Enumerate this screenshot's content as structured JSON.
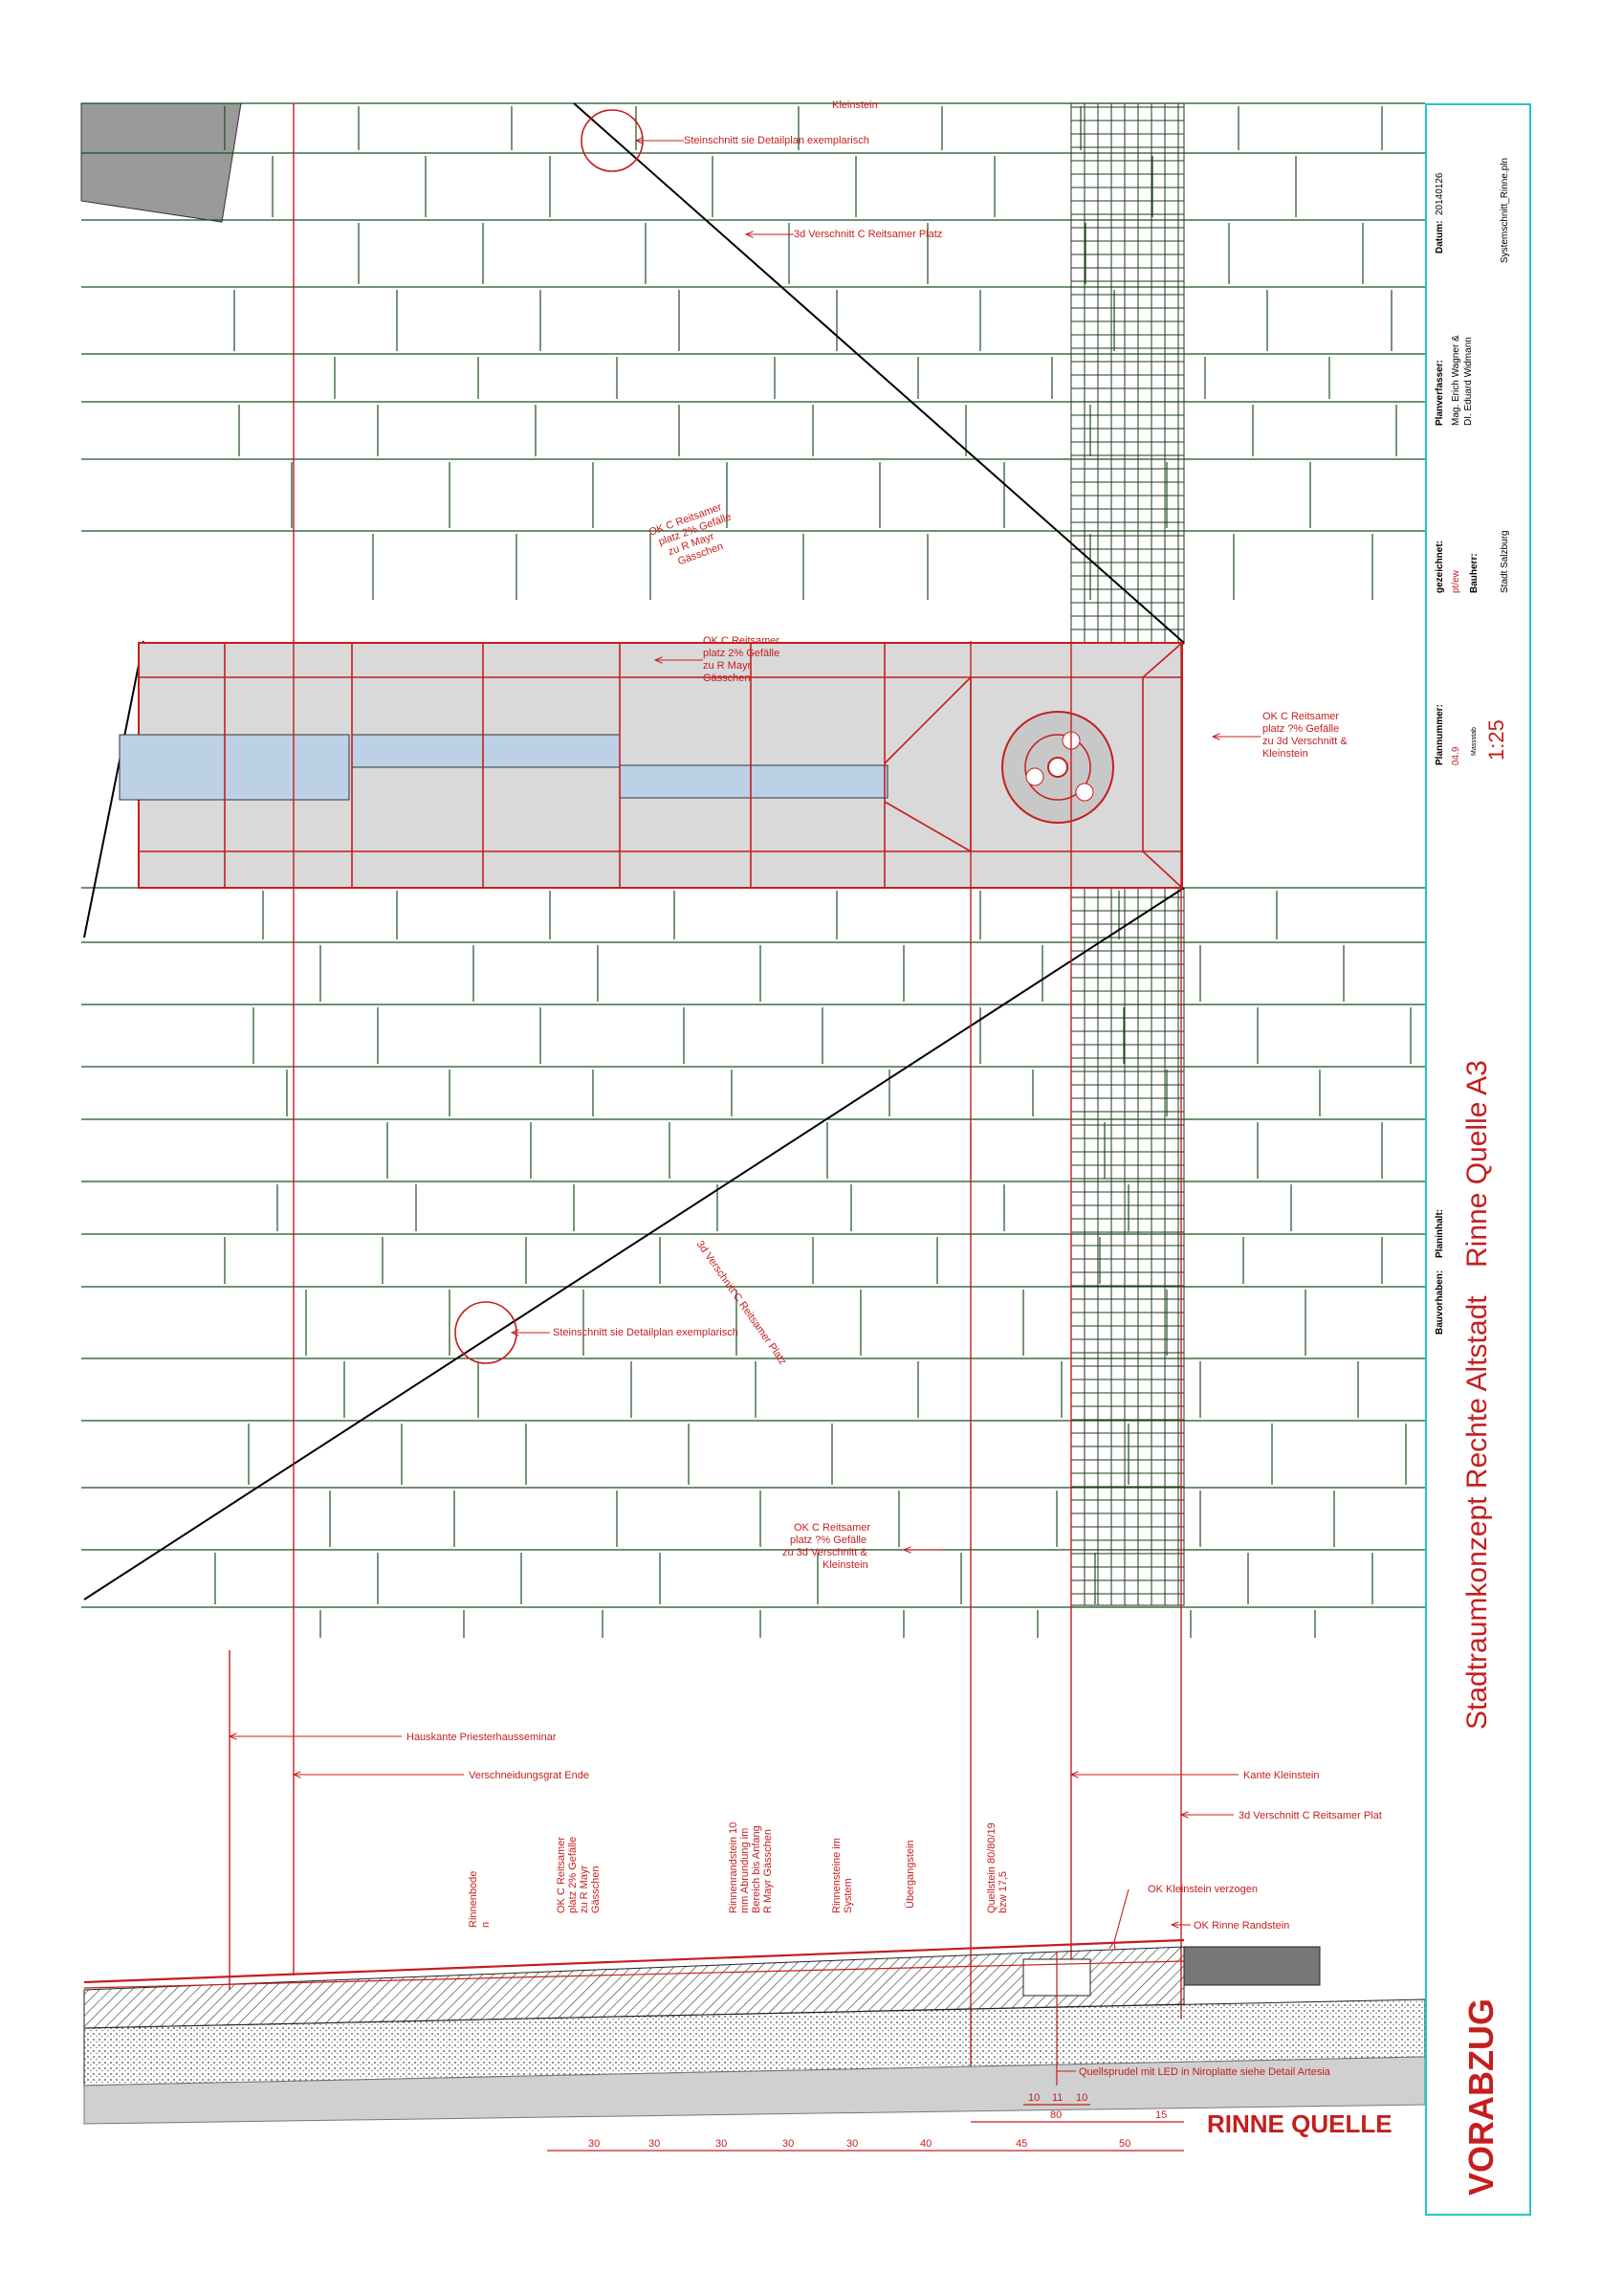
{
  "labels": {
    "kleinstein_top": "Kleinstein",
    "steinschnitt_top": "Steinschnitt sie Detailplan exemplarisch",
    "verschnitt_top": "3d Verschnitt C Reitsamer Platz",
    "ok_gefaelle_rot": "OK C Reitsamer platz 2% Gefälle zu R Mayr Gässchen",
    "ok_gefaelle_rinne_1": "OK C Reitsamer",
    "ok_gefaelle_rinne_2": "platz 2% Gefälle",
    "ok_gefaelle_rinne_3": "zu R Mayr",
    "ok_gefaelle_rinne_4": "Gässchen",
    "ok_right_1": "OK C Reitsamer",
    "ok_right_2": "platz ?% Gefälle",
    "ok_right_3": "zu 3d Verschnitt &",
    "ok_right_4": "Kleinstein",
    "steinschnitt_mid": "Steinschnitt sie Detailplan exemplarisch",
    "verschnitt_diag": "3d Verschnitt C Reitsamer Platz",
    "ok_low_1": "OK C Reitsamer",
    "ok_low_2": "platz ?% Gefälle",
    "ok_low_3": "zu 3d Verschnitt &",
    "ok_low_4": "Kleinstein",
    "hauskante": "Hauskante Priesterhausseminar",
    "verschneidungsgrat": "Verschneidungsgrat Ende",
    "kante_kleinstein": "Kante Kleinstein",
    "verschnitt_plat": "3d Verschnitt C Reitsamer Plat",
    "ok_kleinstein_verzogen": "OK Kleinstein verzogen",
    "ok_rinne_randstein": "OK Rinne Randstein",
    "quellsprudel": "Quellsprudel mit LED in Niroplatte siehe Detail Artesia",
    "rinnenbode_1": "Rinnenbode",
    "rinnenbode_2": "n",
    "sec_ok_1": "OK C Reitsamer",
    "sec_ok_2": "platz 2% Gefälle",
    "sec_ok_3": "zu R Mayr",
    "sec_ok_4": "Gässchen",
    "randstein_1": "Rinnenrandstein 10",
    "randstein_2": "mm Abrundung im",
    "randstein_3": "Bereich bis Anfang",
    "randstein_4": "R Mayr Gässchen",
    "rinnensteine_1": "Rinnensteine im",
    "rinnensteine_2": "System",
    "uebergang": "Übergangstein",
    "quellstein_1": "Quellstein 80/80/19",
    "quellstein_2": "bzw 17,5",
    "section_title": "RINNE QUELLE"
  },
  "dimensions": {
    "bottom": [
      "30",
      "30",
      "30",
      "30",
      "30",
      "40",
      "45",
      "50"
    ],
    "upper": [
      "10",
      "11",
      "10"
    ],
    "mid": [
      "80",
      "15"
    ]
  },
  "titleblock": {
    "plannummer_label": "Plannummer:",
    "plannummer": "04.9",
    "massstab_label": "Massstab",
    "massstab": "1:25",
    "gezeichnet_label": "gezeichnet:",
    "gezeichnet": "pt/ew",
    "bauherr_label": "Bauherr:",
    "bauherr": "Stadt Salzburg",
    "planverfasser_label": "Planverfasser:",
    "planverfasser_1": "Mag. Erich Wagner &",
    "planverfasser_2": "DI. Eduard Widmann",
    "datum_label": "Datum:",
    "datum": "20140126",
    "datei": "Systemschnitt_Rinne.pln",
    "bauvorhaben_label": "Bauvorhaben:",
    "planinhalt_label": "Planinhalt:",
    "projekt": "Stadtraumkonzept Rechte Altstadt",
    "planinhalt": "Rinne Quelle A3",
    "stamp": "VORABZUG"
  },
  "colors": {
    "red": "#c41e1e",
    "grid": "#1f4d1f",
    "channel": "#d9d9d9",
    "water": "#bcd0e6",
    "frame": "#22c6c6"
  }
}
